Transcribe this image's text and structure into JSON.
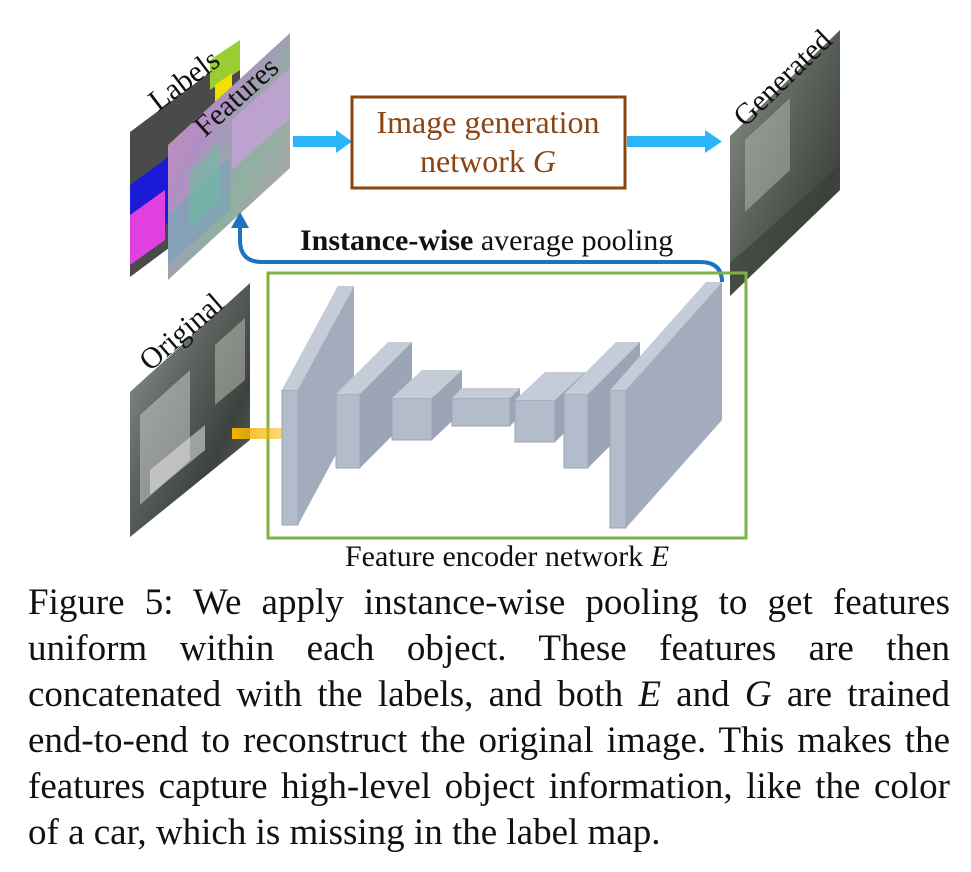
{
  "diagram": {
    "labels_text": "Labels",
    "features_text": "Features",
    "generated_text": "Generated",
    "original_text": "Original",
    "generator_line1": "Image generation",
    "generator_line2": "network ",
    "generator_symbol": "G",
    "pooling_bold": "Instance-wise",
    "pooling_rest": " average pooling",
    "encoder_text": "Feature encoder network ",
    "encoder_symbol": "E",
    "colors": {
      "generator_border": "#8b4513",
      "generator_text": "#8b4513",
      "encoder_border": "#7cb342",
      "arrow_blue": "#29b6f6",
      "pooling_line": "#1e73be",
      "arrow_orange": "#f5b400",
      "block_face": "#b3bccb",
      "block_side": "#8e97a8"
    }
  },
  "caption": {
    "part1": "Figure 5:  We apply instance-wise pooling to get features uniform within each object.  These features are then concatenated with the labels, and both ",
    "sym_e": "E",
    "part2": " and ",
    "sym_g": "G",
    "part3": " are trained end-to-end to reconstruct the original image.  This makes the features capture high-level object information, like the color of a car, which is missing in the label map."
  }
}
